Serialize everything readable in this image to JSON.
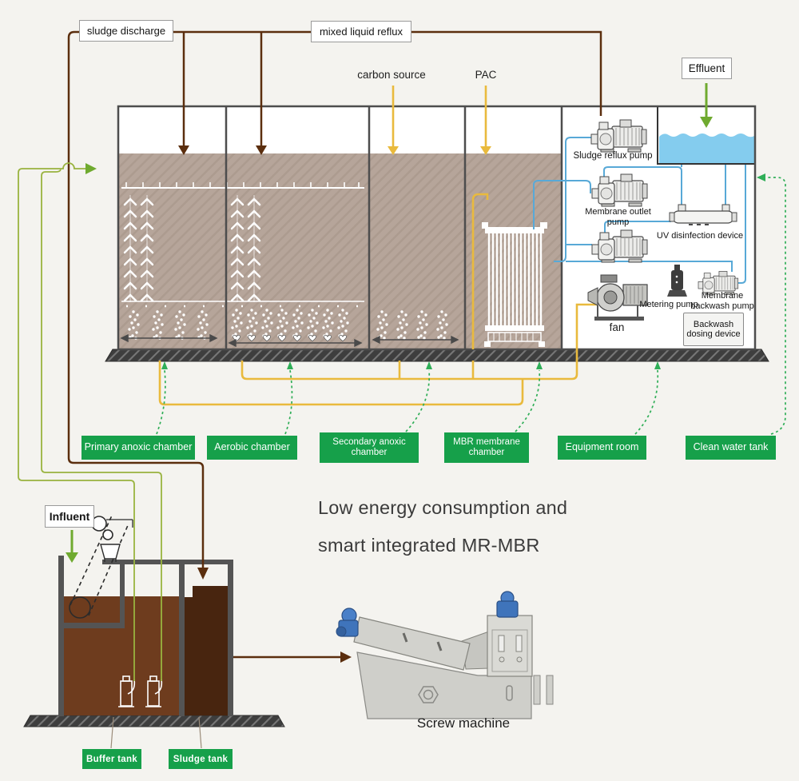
{
  "headline": {
    "line1": "Low energy consumption and",
    "line2": "smart integrated MR-MBR"
  },
  "top": {
    "sludge_discharge": "sludge discharge",
    "mixed_liquid_reflux": "mixed liquid reflux",
    "carbon_source": "carbon source",
    "pac": "PAC",
    "effluent": "Effluent"
  },
  "equipment": {
    "sludge_reflux_pump": "Sludge reflux pump",
    "membrane_outlet_pump": "Membrane outlet pump",
    "uv_disinfection_device": "UV disinfection device",
    "metering_pump": "Metering pump",
    "membrane_backwash_pump": [
      "Membrane",
      "backwash pump"
    ],
    "fan": "fan",
    "backwash_dosing_device": [
      "Backwash",
      "dosing device"
    ]
  },
  "chambers": [
    {
      "label": "Primary anoxic chamber"
    },
    {
      "label": "Aerobic chamber"
    },
    {
      "label": "Secondary anoxic chamber"
    },
    {
      "label": "MBR membrane chamber"
    },
    {
      "label": "Equipment room"
    },
    {
      "label": "Clean water tank"
    }
  ],
  "bottom": {
    "influent": "Influent",
    "buffer_tank": "Buffer tank",
    "sludge_tank": "Sludge tank",
    "screw_machine": "Screw machine"
  },
  "colors": {
    "label_green": "#16a04a",
    "pipe_yellow": "#e9ba3d",
    "pipe_blue": "#58a9d7",
    "pipe_green": "#99b33f",
    "arrow_green": "#6faa2f",
    "leader_green": "#2fae57",
    "line_brown": "#5b2e0e",
    "mixed_liquor": "#b6a59a",
    "buffer_liquid": "#6e3c1e",
    "sludge_liquid": "#48250f",
    "clean_water": "#84ccee"
  }
}
